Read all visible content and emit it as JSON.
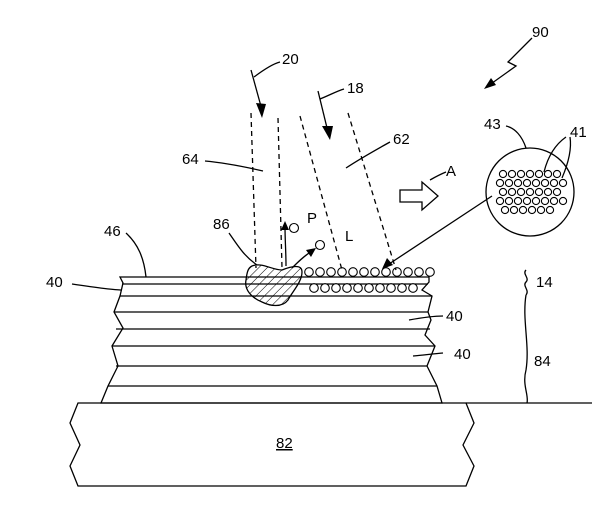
{
  "labels": {
    "fig_ref": "90",
    "beam_20": "20",
    "beam_18": "18",
    "region_64": "64",
    "region_62": "62",
    "arrow_a": "A",
    "inset_43": "43",
    "inset_41": "41",
    "node_86": "86",
    "point_p": "P",
    "point_l": "L",
    "top_surface_46": "46",
    "layer_40_left": "40",
    "layer_40_right_upper": "40",
    "layer_40_right_lower": "40",
    "height_14": "14",
    "height_84": "84",
    "substrate_82": "82"
  }
}
